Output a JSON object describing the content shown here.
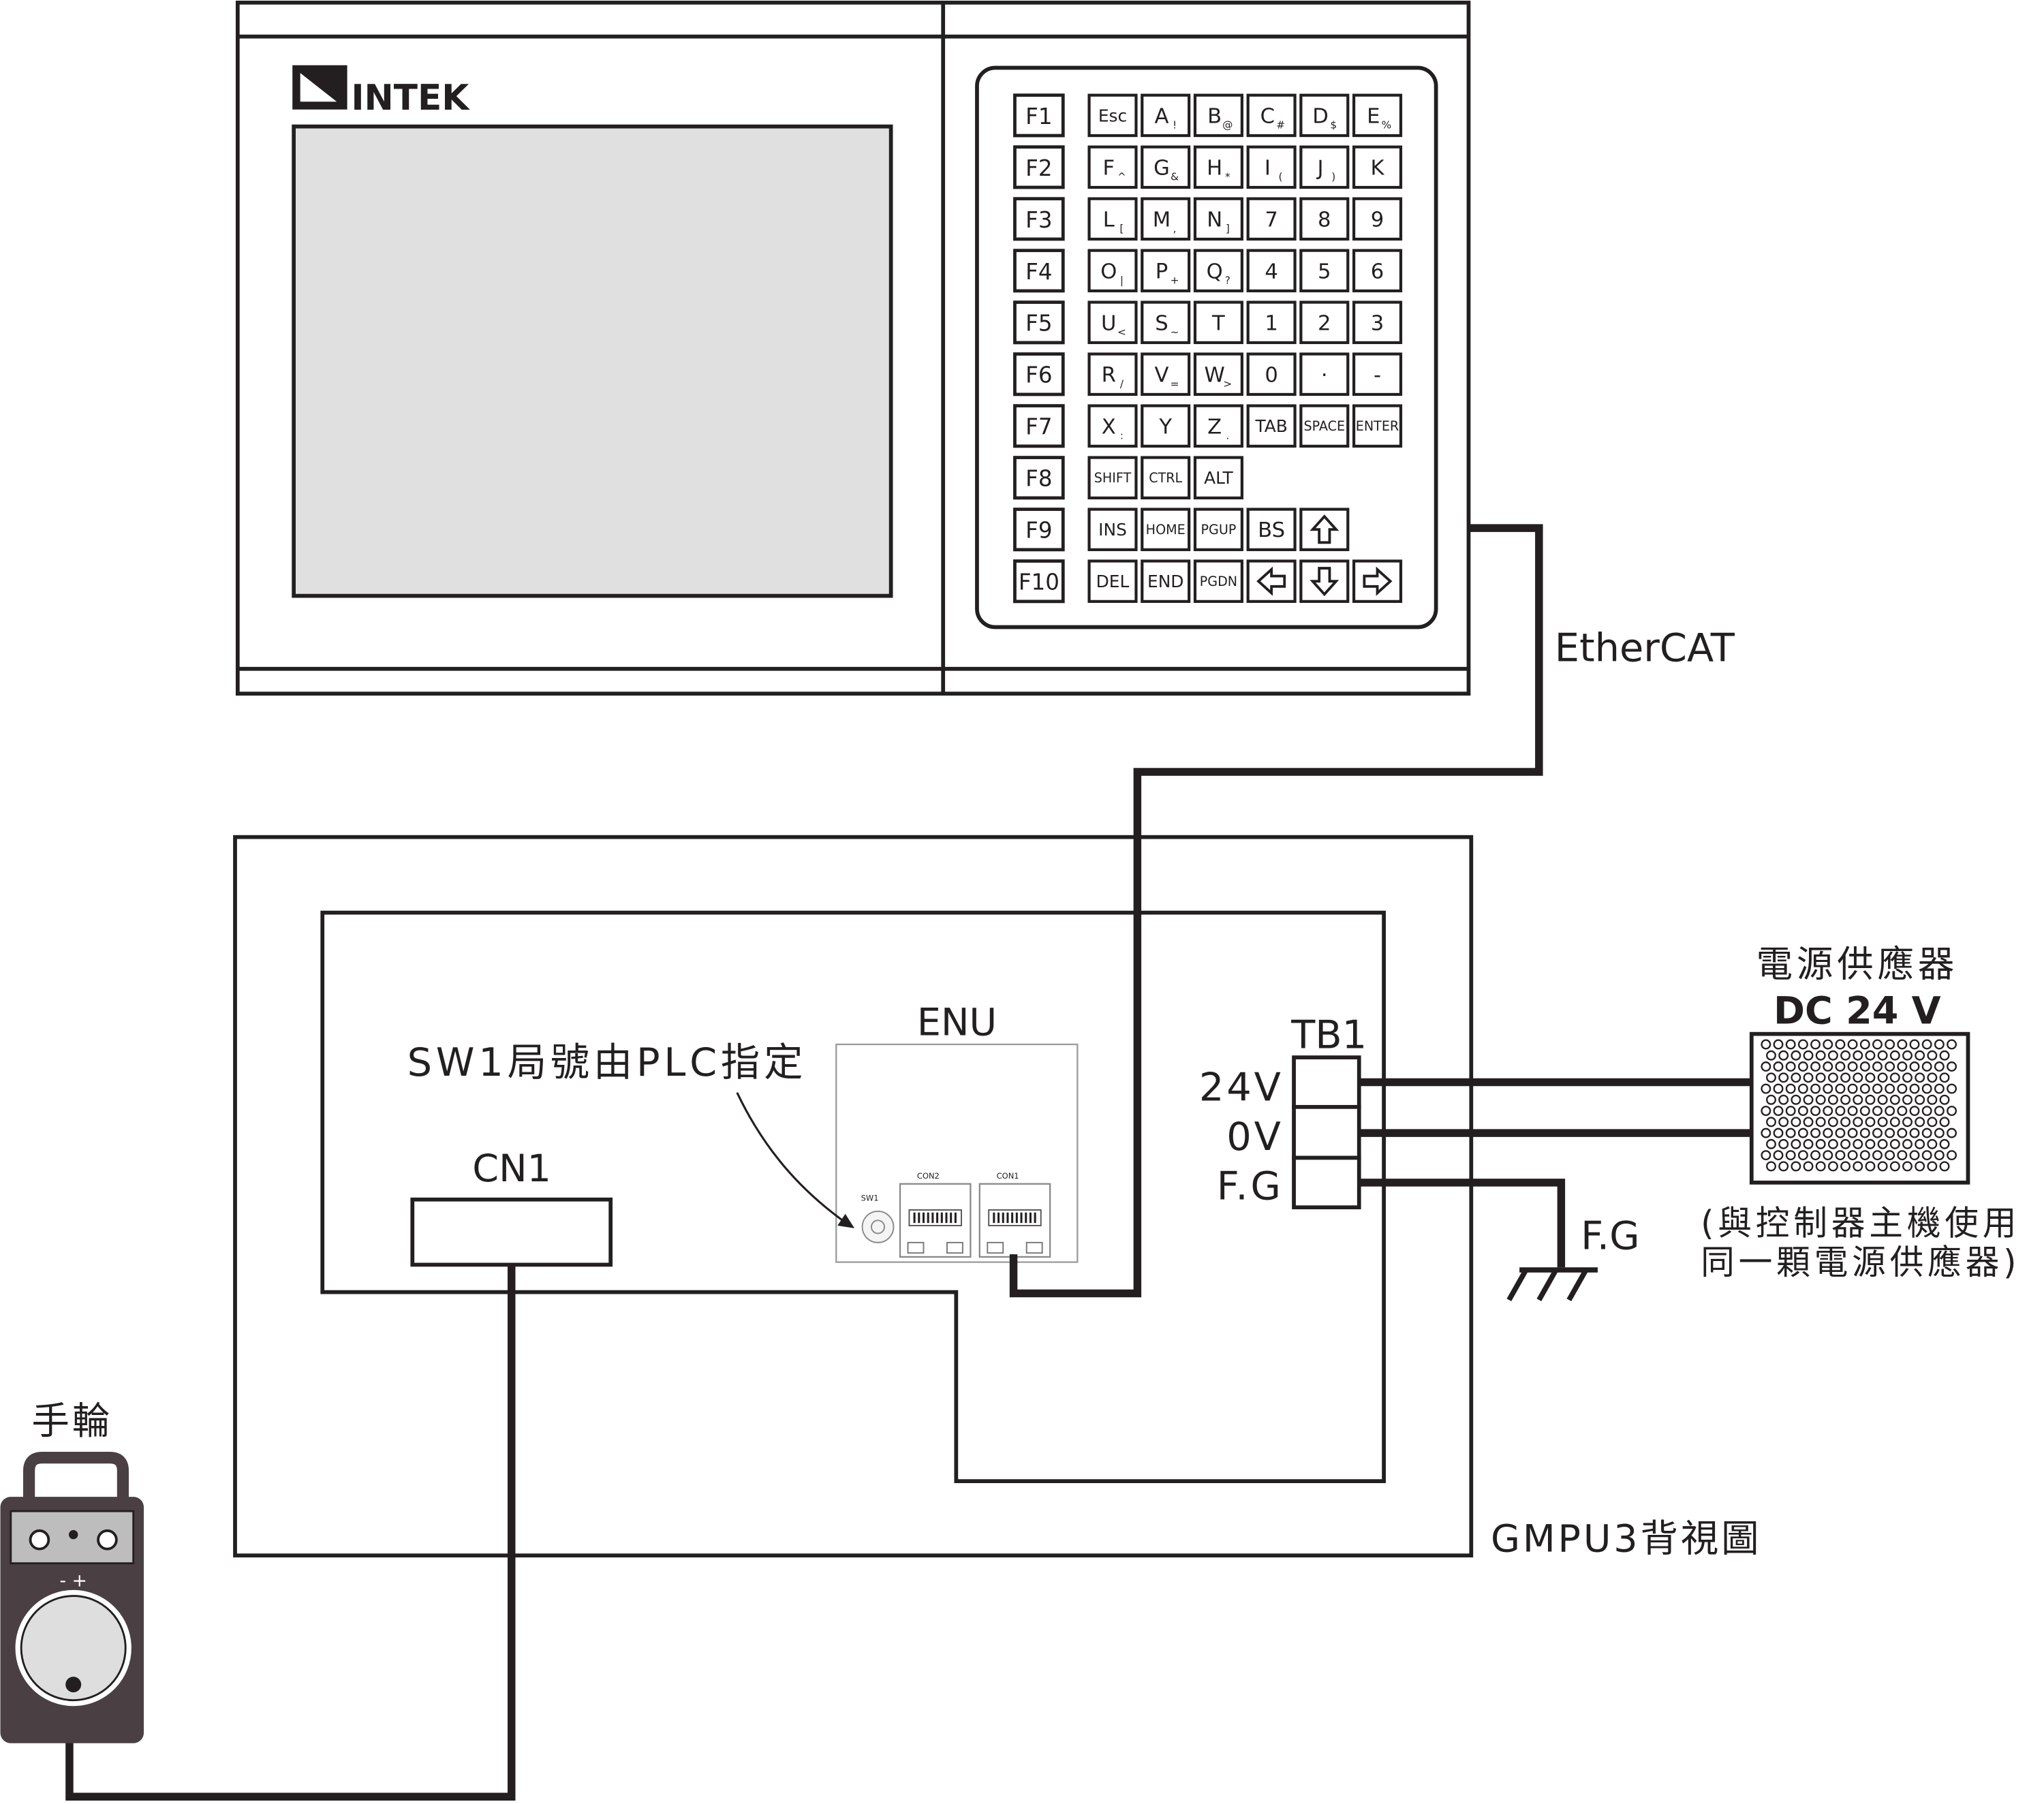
{
  "controller": {
    "brand": "INTEK",
    "function_keys": [
      "F1",
      "F2",
      "F3",
      "F4",
      "F5",
      "F6",
      "F7",
      "F8",
      "F9",
      "F10"
    ],
    "key_rows": [
      [
        {
          "k": "Esc",
          "s": ""
        },
        {
          "k": "A",
          "s": "!"
        },
        {
          "k": "B",
          "s": "@"
        },
        {
          "k": "C",
          "s": "#"
        },
        {
          "k": "D",
          "s": "$"
        },
        {
          "k": "E",
          "s": "%"
        }
      ],
      [
        {
          "k": "F",
          "s": "^"
        },
        {
          "k": "G",
          "s": "&"
        },
        {
          "k": "H",
          "s": "*"
        },
        {
          "k": "I",
          "s": "("
        },
        {
          "k": "J",
          "s": ")"
        },
        {
          "k": "K",
          "s": ""
        }
      ],
      [
        {
          "k": "L",
          "s": "["
        },
        {
          "k": "M",
          "s": ","
        },
        {
          "k": "N",
          "s": "]"
        },
        {
          "k": "7",
          "s": ""
        },
        {
          "k": "8",
          "s": ""
        },
        {
          "k": "9",
          "s": ""
        }
      ],
      [
        {
          "k": "O",
          "s": "|"
        },
        {
          "k": "P",
          "s": "+"
        },
        {
          "k": "Q",
          "s": "?"
        },
        {
          "k": "4",
          "s": ""
        },
        {
          "k": "5",
          "s": ""
        },
        {
          "k": "6",
          "s": ""
        }
      ],
      [
        {
          "k": "U",
          "s": "<"
        },
        {
          "k": "S",
          "s": "~"
        },
        {
          "k": "T",
          "s": ""
        },
        {
          "k": "1",
          "s": ""
        },
        {
          "k": "2",
          "s": ""
        },
        {
          "k": "3",
          "s": ""
        }
      ],
      [
        {
          "k": "R",
          "s": "/"
        },
        {
          "k": "V",
          "s": "="
        },
        {
          "k": "W",
          "s": ">"
        },
        {
          "k": "0",
          "s": ""
        },
        {
          "k": "·",
          "s": ""
        },
        {
          "k": "-",
          "s": ""
        }
      ],
      [
        {
          "k": "X",
          "s": ":"
        },
        {
          "k": "Y",
          "s": ""
        },
        {
          "k": "Z",
          "s": "."
        },
        {
          "k": "TAB",
          "s": ""
        },
        {
          "k": "SPACE",
          "s": ""
        },
        {
          "k": "ENTER",
          "s": ""
        }
      ],
      [
        {
          "k": "SHIFT",
          "s": ""
        },
        {
          "k": "CTRL",
          "s": ""
        },
        {
          "k": "ALT",
          "s": ""
        }
      ],
      [
        {
          "k": "INS",
          "s": ""
        },
        {
          "k": "HOME",
          "s": ""
        },
        {
          "k": "PGUP",
          "s": ""
        },
        {
          "k": "BS",
          "s": ""
        },
        {
          "k": "arrow-up",
          "s": ""
        }
      ],
      [
        {
          "k": "DEL",
          "s": ""
        },
        {
          "k": "END",
          "s": ""
        },
        {
          "k": "PGDN",
          "s": ""
        },
        {
          "k": "arrow-left",
          "s": ""
        },
        {
          "k": "arrow-down",
          "s": ""
        },
        {
          "k": "arrow-right",
          "s": ""
        }
      ]
    ]
  },
  "labels": {
    "ethercat": "EtherCAT",
    "enu": "ENU",
    "sw1_note": "SW1局號由PLC指定",
    "cn1": "CN1",
    "tb1": "TB1",
    "tb_24v": "24V",
    "tb_0v": "0V",
    "tb_fg": "F.G",
    "fg_ground": "F.G",
    "psu_title": "電源供應器",
    "psu_voltage": "DC 24 V",
    "psu_note_1": "(與控制器主機使用",
    "psu_note_2": "同一顆電源供應器)",
    "handwheel": "手輪",
    "handwheel_dial": "- +",
    "gmpu3": "GMPU3背視圖",
    "enu_sw1": "SW1",
    "enu_con1": "CON1",
    "enu_con2": "CON2"
  },
  "colors": {
    "line": "#231f20",
    "screen": "#e0e0e0",
    "handwheel_body": "#4a3f42",
    "handwheel_panel": "#bdbdbd"
  }
}
